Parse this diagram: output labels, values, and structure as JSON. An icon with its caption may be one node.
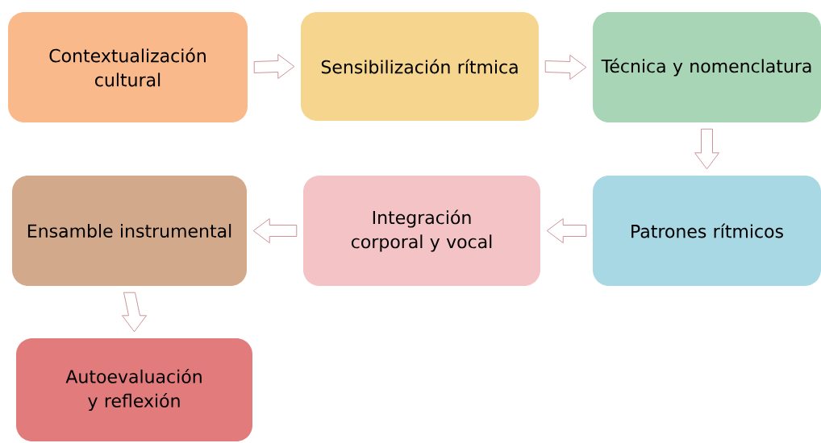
{
  "diagram": {
    "nodes": [
      {
        "text": [
          "Contextualización cultural"
        ]
      },
      {
        "text": [
          "Sensibilización rítmica"
        ]
      },
      {
        "text": [
          "Técnica y nomenclatura"
        ]
      },
      {
        "text": [
          "Patrones rítmicos"
        ]
      },
      {
        "text": [
          "Integración corporal y vocal"
        ]
      },
      {
        "text": [
          "Ensamble instrumental"
        ]
      },
      {
        "text": [
          "Autoevaluación y reflexión"
        ]
      }
    ],
    "edges": [
      {
        "from": 0,
        "to": 1,
        "arrow": "to"
      },
      {
        "from": 1,
        "to": 2,
        "arrow": "to"
      },
      {
        "from": 2,
        "to": 3,
        "arrow": "to"
      },
      {
        "from": 3,
        "to": 4,
        "arrow": "to"
      },
      {
        "from": 4,
        "to": 5,
        "arrow": "to"
      },
      {
        "from": 5,
        "to": 6,
        "arrow": "to"
      }
    ]
  }
}
